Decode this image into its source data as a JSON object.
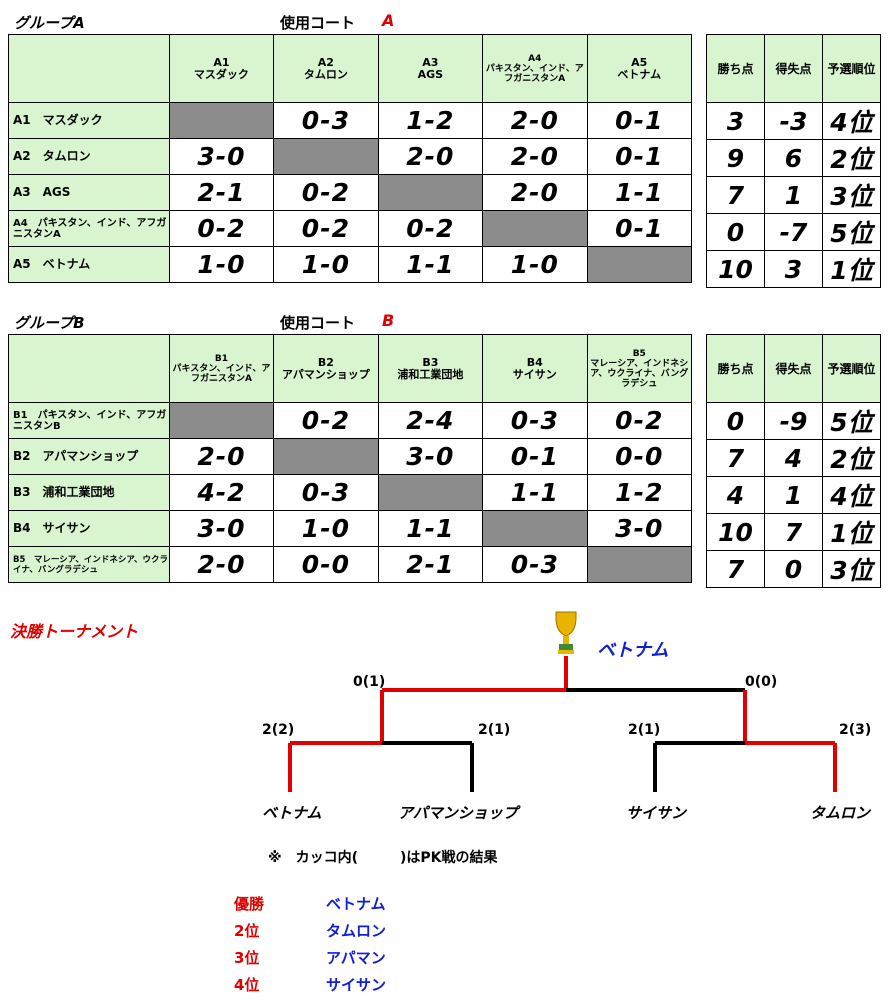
{
  "groupA": {
    "title": "グループA",
    "court_label": "使用コート",
    "court_letter": "A",
    "columns": [
      {
        "code": "A1",
        "name": "マスダック"
      },
      {
        "code": "A2",
        "name": "タムロン"
      },
      {
        "code": "A3",
        "name": "AGS"
      },
      {
        "code": "A4",
        "name": "パキスタン、インド、アフガニスタンA"
      },
      {
        "code": "A5",
        "name": "ベトナム"
      }
    ],
    "rows": [
      {
        "label": "A1　マスダック",
        "scores": [
          "",
          "0-3",
          "1-2",
          "2-0",
          "0-1"
        ],
        "points": "3",
        "diff": "-3",
        "rank": "4位"
      },
      {
        "label": "A2　タムロン",
        "scores": [
          "3-0",
          "",
          "2-0",
          "2-0",
          "0-1"
        ],
        "points": "9",
        "diff": "6",
        "rank": "2位"
      },
      {
        "label": "A3　AGS",
        "scores": [
          "2-1",
          "0-2",
          "",
          "2-0",
          "1-1"
        ],
        "points": "7",
        "diff": "1",
        "rank": "3位"
      },
      {
        "label": "A4　パキスタン、インド、アフガニスタンA",
        "scores": [
          "0-2",
          "0-2",
          "0-2",
          "",
          "0-1"
        ],
        "points": "0",
        "diff": "-7",
        "rank": "5位"
      },
      {
        "label": "A5　ベトナム",
        "scores": [
          "1-0",
          "1-0",
          "1-1",
          "1-0",
          ""
        ],
        "points": "10",
        "diff": "3",
        "rank": "1位"
      }
    ],
    "summary_headers": [
      "勝ち点",
      "得失点",
      "予選順位"
    ]
  },
  "groupB": {
    "title": "グループB",
    "court_label": "使用コート",
    "court_letter": "B",
    "columns": [
      {
        "code": "B1",
        "name": "パキスタン、インド、アフガニスタンA"
      },
      {
        "code": "B2",
        "name": "アパマンショップ"
      },
      {
        "code": "B3",
        "name": "浦和工業団地"
      },
      {
        "code": "B4",
        "name": "サイサン"
      },
      {
        "code": "B5",
        "name": "マレーシア、インドネシア、ウクライナ、バングラデシュ"
      }
    ],
    "rows": [
      {
        "label": "B1　パキスタン、インド、アフガニスタンB",
        "scores": [
          "",
          "0-2",
          "2-4",
          "0-3",
          "0-2"
        ],
        "points": "0",
        "diff": "-9",
        "rank": "5位"
      },
      {
        "label": "B2　アパマンショップ",
        "scores": [
          "2-0",
          "",
          "3-0",
          "0-1",
          "0-0"
        ],
        "points": "7",
        "diff": "4",
        "rank": "2位"
      },
      {
        "label": "B3　浦和工業団地",
        "scores": [
          "4-2",
          "0-3",
          "",
          "1-1",
          "1-2"
        ],
        "points": "4",
        "diff": "1",
        "rank": "4位"
      },
      {
        "label": "B4　サイサン",
        "scores": [
          "3-0",
          "1-0",
          "1-1",
          "",
          "3-0"
        ],
        "points": "10",
        "diff": "7",
        "rank": "1位"
      },
      {
        "label": "B5　マレーシア、インドネシア、ウクライナ、バングラデシュ",
        "scores": [
          "2-0",
          "0-0",
          "2-1",
          "0-3",
          ""
        ],
        "points": "7",
        "diff": "0",
        "rank": "3位"
      }
    ],
    "summary_headers": [
      "勝ち点",
      "得失点",
      "予選順位"
    ]
  },
  "tournament": {
    "title": "決勝トーナメント",
    "champion": "ベトナム",
    "final_left_score": "0(1)",
    "final_right_score": "0(0)",
    "semi1_left_score": "2(2)",
    "semi1_right_score": "2(1)",
    "semi2_left_score": "2(1)",
    "semi2_right_score": "2(3)",
    "teams": [
      "ベトナム",
      "アパマンショップ",
      "サイサン",
      "タムロン"
    ],
    "note": "※　カッコ内(　　　)はPK戦の結果",
    "colors": {
      "win": "#e00000",
      "lose": "#000000",
      "champion": "#1020d0"
    }
  },
  "results": [
    {
      "place": "優勝",
      "team": "ベトナム"
    },
    {
      "place": "2位",
      "team": "タムロン"
    },
    {
      "place": "3位",
      "team": "アパマン"
    },
    {
      "place": "4位",
      "team": "サイサン"
    }
  ]
}
